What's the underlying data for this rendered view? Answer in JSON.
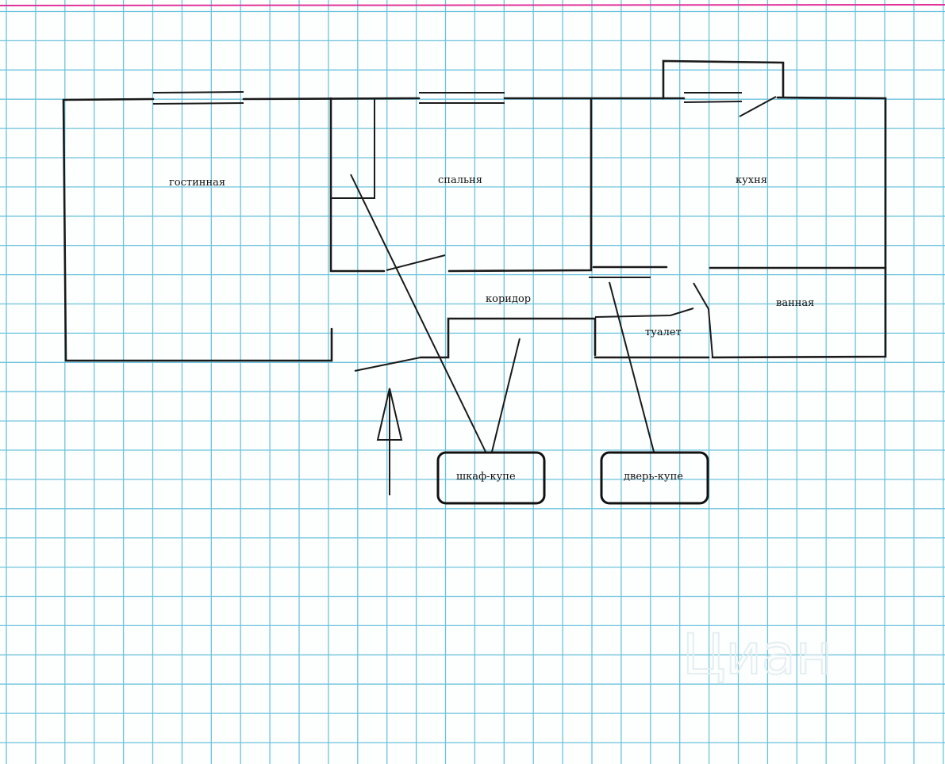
{
  "rooms": {
    "living_room": "гостинная",
    "bedroom": "спальня",
    "kitchen": "кухня",
    "corridor": "коридор",
    "toilet": "туалет",
    "bathroom": "ванная"
  },
  "callouts": {
    "wardrobe": "шкаф-купе",
    "sliding_door": "дверь-купе"
  },
  "watermark": "Циан",
  "colors": {
    "grid": "#6cc3dc",
    "margin_line": "#e0339a",
    "ink": "#1a1a1a"
  }
}
